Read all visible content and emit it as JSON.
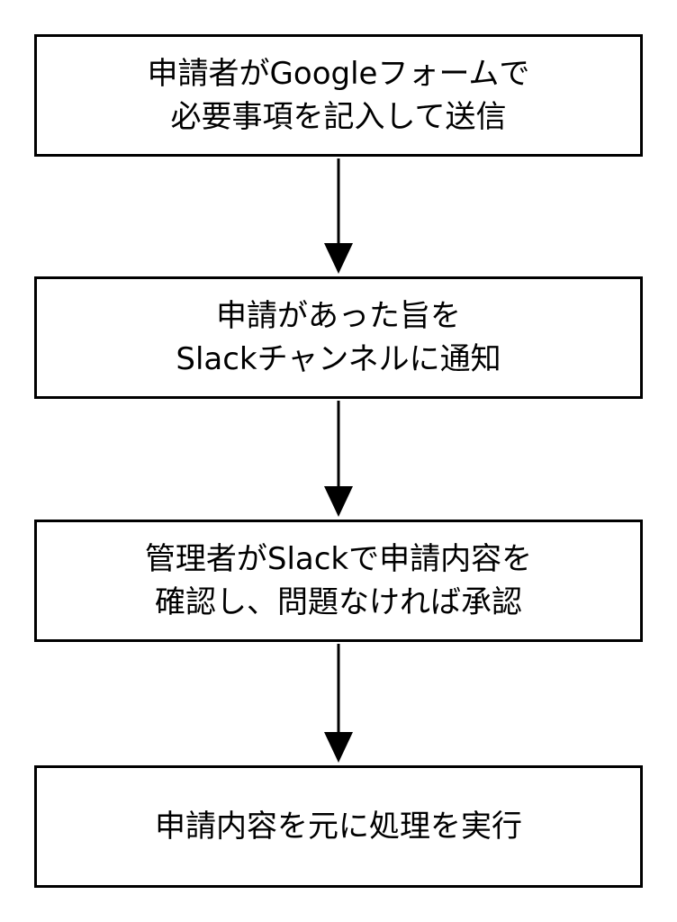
{
  "steps": [
    {
      "lines": [
        "申請者がGoogleフォームで",
        "必要事項を記入して送信"
      ]
    },
    {
      "lines": [
        "申請があった旨を",
        "Slackチャンネルに通知"
      ]
    },
    {
      "lines": [
        "管理者がSlackで申請内容を",
        "確認し、問題なければ承認"
      ]
    },
    {
      "lines": [
        "申請内容を元に処理を実行"
      ]
    }
  ],
  "colors": {
    "stroke": "#000000",
    "fill": "#ffffff"
  }
}
